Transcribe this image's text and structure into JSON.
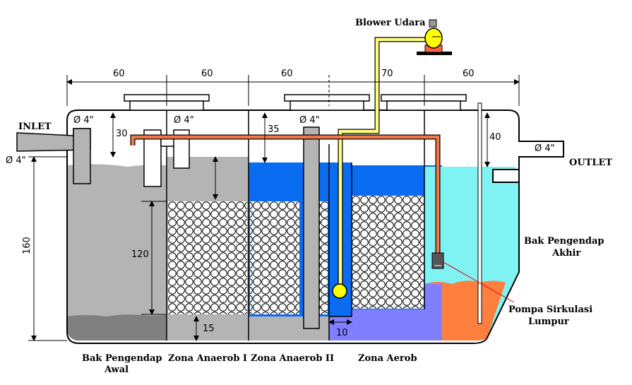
{
  "labels": {
    "blower": "Blower Udara",
    "inlet": "INLET",
    "outlet": "OUTLET",
    "bak_awal_1": "Bak Pengendap",
    "bak_awal_2": "Awal",
    "anaerob1": "Zona Anaerob I",
    "anaerob2": "Zona Anaerob II",
    "aerob": "Zona Aerob",
    "bak_akhir_1": "Bak Pengendap",
    "bak_akhir_2": "Akhir",
    "pompa_1": "Pompa Sirkulasi",
    "pompa_2": "Lumpur"
  },
  "dimensions": {
    "w1": "60",
    "w2": "60",
    "w3": "60",
    "w4": "70",
    "w5": "60",
    "h30": "30",
    "h35": "35",
    "h40": "40",
    "h120": "120",
    "h160": "160",
    "h15": "15",
    "w10": "10",
    "pipe_inlet": "Ø 4\"",
    "pipe_1": "Ø 4\"",
    "pipe_2": "Ø 4\"",
    "pipe_3": "Ø 4\"",
    "pipe_outlet": "Ø 4\""
  },
  "colors": {
    "settling_gray": "#b4b4b4",
    "sludge_gray": "#808080",
    "anaerobic_blue": "#0a6cf0",
    "aerobic_purple": "#7f7fff",
    "final_cyan": "#7ff3f3",
    "sludge_orange": "#ff7f3f",
    "pipe_orange": "#f07848",
    "air_pipe_yellow": "#ffff80"
  }
}
